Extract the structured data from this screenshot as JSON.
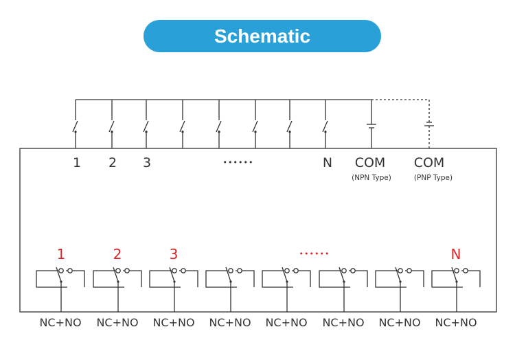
{
  "header": {
    "title": "Schematic"
  },
  "inputs": {
    "labels": [
      "1",
      "2",
      "3",
      "",
      "",
      "",
      "",
      "N"
    ],
    "ellipsis": "••••••",
    "com_npn": {
      "label": "COM",
      "sub": "(NPN Type)"
    },
    "com_pnp": {
      "label": "COM",
      "sub": "(PNP Type)"
    }
  },
  "outputs": {
    "labels": [
      "1",
      "2",
      "3",
      "",
      "",
      "",
      "",
      "N"
    ],
    "ellipsis": "••••••",
    "terminal_label": "NC+NO"
  },
  "colors": {
    "accent": "#2aa0d8",
    "label_red": "#d9252a",
    "line": "#333333"
  }
}
